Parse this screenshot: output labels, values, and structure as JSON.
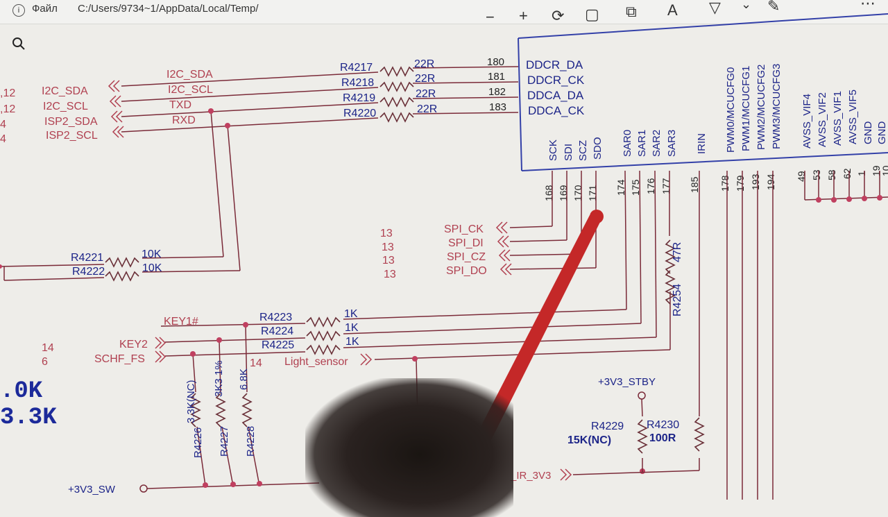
{
  "titlebar": {
    "info_icon": "info-icon",
    "file_menu": "Файл",
    "path": "C:/Users/9734~1/AppData/Local/Temp/"
  },
  "toolbar": {
    "zoom_out": "−",
    "zoom_in": "+",
    "rotate": "⟳",
    "fit": "▢",
    "page_view": "⧉",
    "text_size": "A",
    "highlight": "▽",
    "chevron": "⌄",
    "draw": "✎",
    "more": "⋯"
  },
  "search": {
    "icon": "search-icon"
  },
  "ic": {
    "pins_right": [
      "DDCR_DA",
      "DDCR_CK",
      "DDCA_DA",
      "DDCA_CK"
    ],
    "pins_bottom": [
      "SCK",
      "SDI",
      "SCZ",
      "SDO",
      "SAR0",
      "SAR1",
      "SAR2",
      "SAR3",
      "IRIN",
      "PWM0/MCUCFG0",
      "PWM1/MCUCFG1",
      "PWM2/MCUCFG2",
      "PWM3/MCUCFG3",
      "AVSS_VIF4",
      "AVSS_VIF2",
      "AVSS_VIF1",
      "AVSS_VIF5",
      "GND",
      "GND"
    ],
    "pin_numbers_right": [
      "180",
      "181",
      "182",
      "183"
    ],
    "pin_numbers_bottom": [
      "168",
      "169",
      "170",
      "171",
      "174",
      "175",
      "176",
      "177",
      "185",
      "178",
      "179",
      "193",
      "194",
      "49",
      "53",
      "58",
      "62",
      "1",
      "19",
      "10"
    ]
  },
  "resistors_top": [
    {
      "ref": "R4217",
      "value": "22R"
    },
    {
      "ref": "R4218",
      "value": "22R"
    },
    {
      "ref": "R4219",
      "value": "22R"
    },
    {
      "ref": "R4220",
      "value": "22R"
    }
  ],
  "left_nets": [
    "I2C_SDA",
    "I2C_SCL",
    "ISP2_SDA",
    "ISP2_SCL"
  ],
  "left_nums": [
    ",12",
    ",12",
    "4",
    "4"
  ],
  "wire_labels": [
    "I2C_SDA",
    "I2C_SCL",
    "TXD",
    "RXD"
  ],
  "mid_resistors": [
    {
      "ref": "R4221",
      "value": "10K"
    },
    {
      "ref": "R4222",
      "value": "10K"
    }
  ],
  "spi": {
    "nums": [
      "13",
      "13",
      "13",
      "13"
    ],
    "labels": [
      "SPI_CK",
      "SPI_DI",
      "SPI_CZ",
      "SPI_DO"
    ]
  },
  "key_resistors": [
    {
      "ref": "R4223",
      "value": "1K"
    },
    {
      "ref": "R4224",
      "value": "1K"
    },
    {
      "ref": "R4225",
      "value": "1K"
    }
  ],
  "keys": {
    "key1": "KEY1#",
    "key2": "KEY2",
    "schf": "SCHF_FS",
    "num14a": "14",
    "num6": "6",
    "num14b": "14",
    "light": "Light_sensor"
  },
  "pulldowns": [
    {
      "ref": "R4226",
      "value": "3.3K(NC)"
    },
    {
      "ref": "R4227",
      "value": "3K3 1%"
    },
    {
      "ref": "R4228",
      "value": "6.8K"
    }
  ],
  "r4254": {
    "ref": "R4254",
    "value": "47R"
  },
  "stby": {
    "rail": "+3V3_STBY",
    "r1_ref": "R4229",
    "r1_val": "15K(NC)",
    "r2_ref": "R4230",
    "r2_val": "100R"
  },
  "bottom": {
    "sw": "+3V3_SW",
    "ir": "_IR_3V3"
  },
  "handwritten": {
    "a": ".0K",
    "b": "3.3K"
  }
}
